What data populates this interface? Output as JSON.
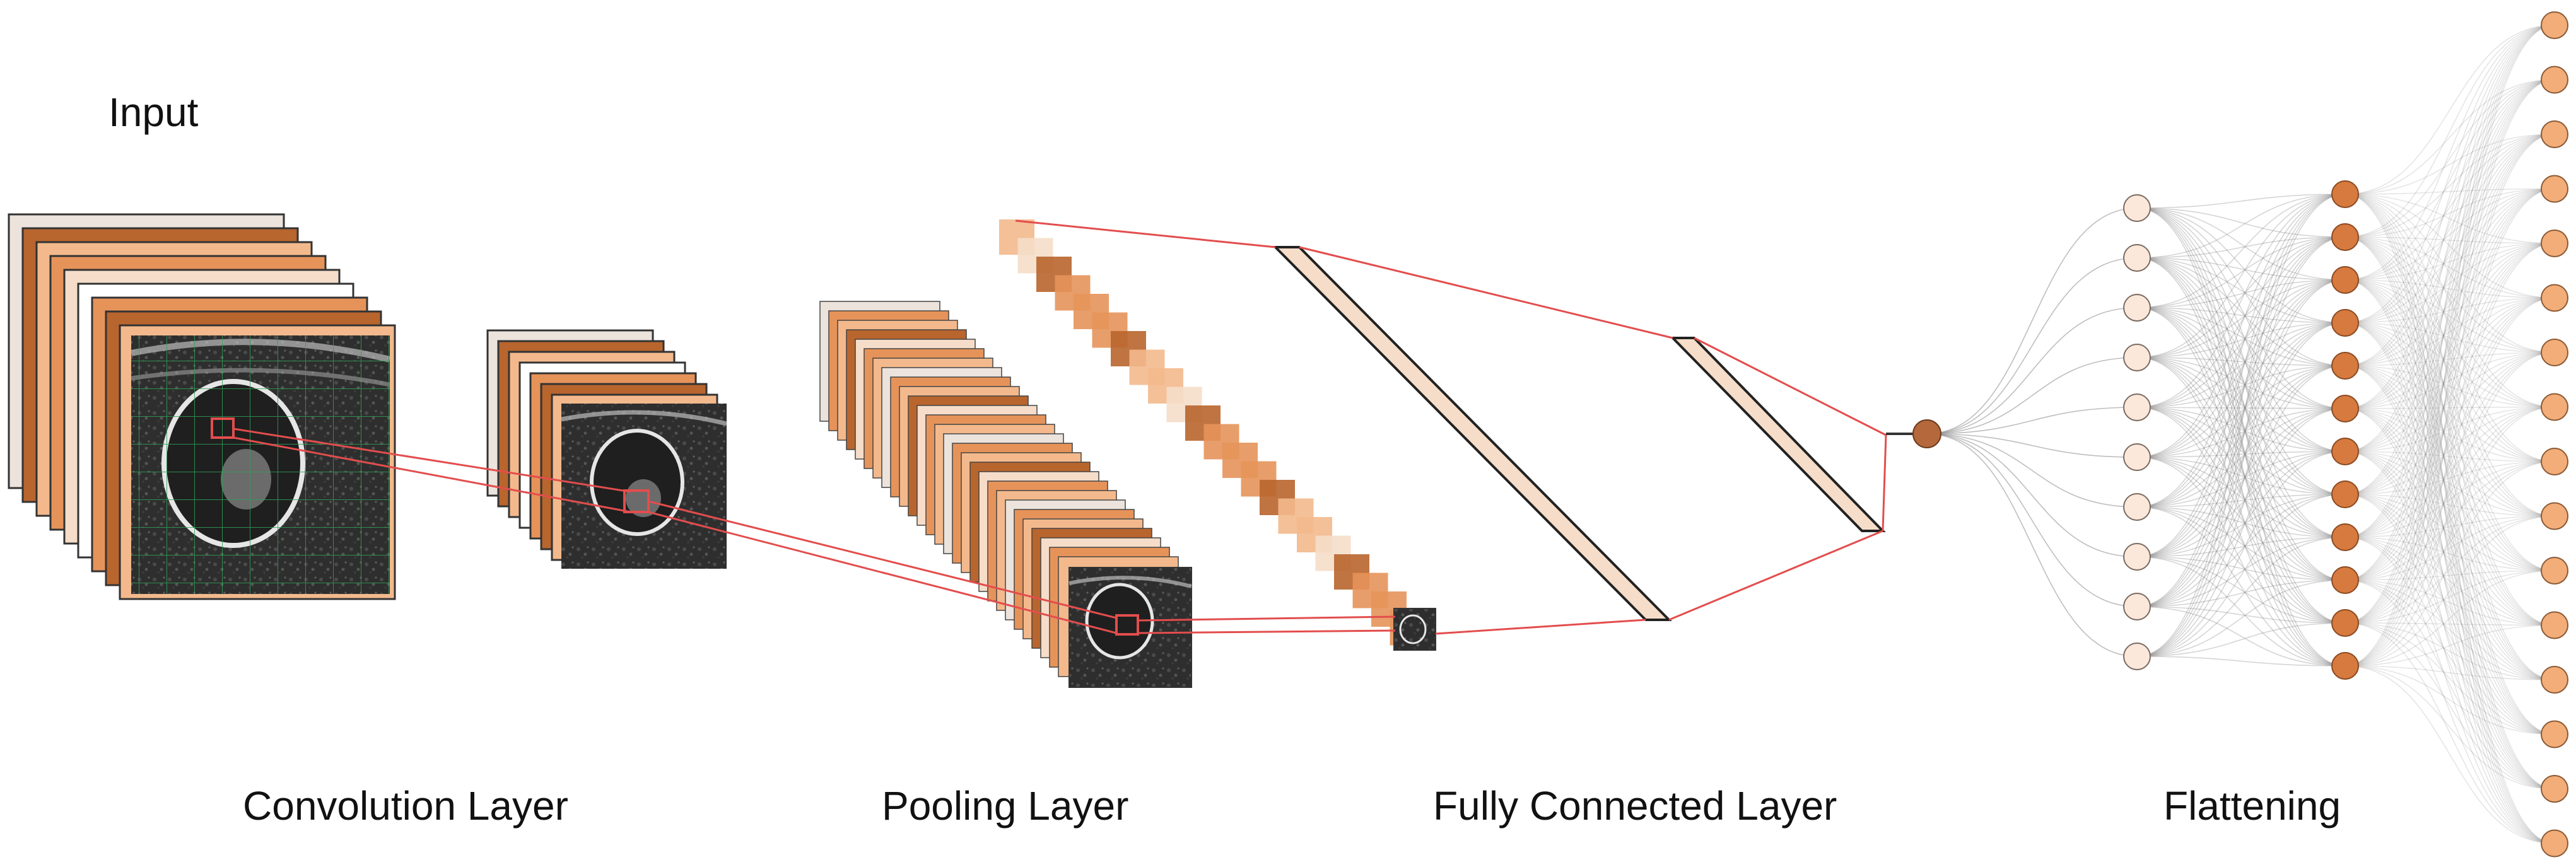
{
  "labels": {
    "input": "Input",
    "convolution": "Convolution Layer",
    "pooling": "Pooling Layer",
    "fully_connected": "Fully Connected Layer",
    "flattening": "Flattening"
  },
  "colors": {
    "dark_orange": "#b8652e",
    "mid_orange": "#e6935a",
    "light_orange": "#f3b98c",
    "pale_peach": "#f5ddc9",
    "pale_grey": "#ebe3dc",
    "connection_red": "#e34d4d",
    "ultrasound_bg": "#2b2b2b",
    "grid_green": "#2f9f57",
    "node_light": "#fbe8db",
    "node_dark": "#d77a3f",
    "node_output": "#f3ad78",
    "node_single": "#b4683b",
    "edge_grey": "#888888"
  },
  "network": {
    "input_nodes": 10,
    "hidden_nodes": 12,
    "output_nodes": 16
  }
}
